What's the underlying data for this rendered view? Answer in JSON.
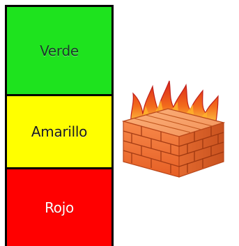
{
  "levels": [
    {
      "label": "Verde",
      "color": "#1ee31e"
    },
    {
      "label": "Amarillo",
      "color": "#ffff00"
    },
    {
      "label": "Rojo",
      "color": "#ff0000"
    }
  ],
  "illustration": {
    "icon": "firewall-icon",
    "flame_color": "#e83a1c",
    "brick_color": "#f07a3a"
  }
}
